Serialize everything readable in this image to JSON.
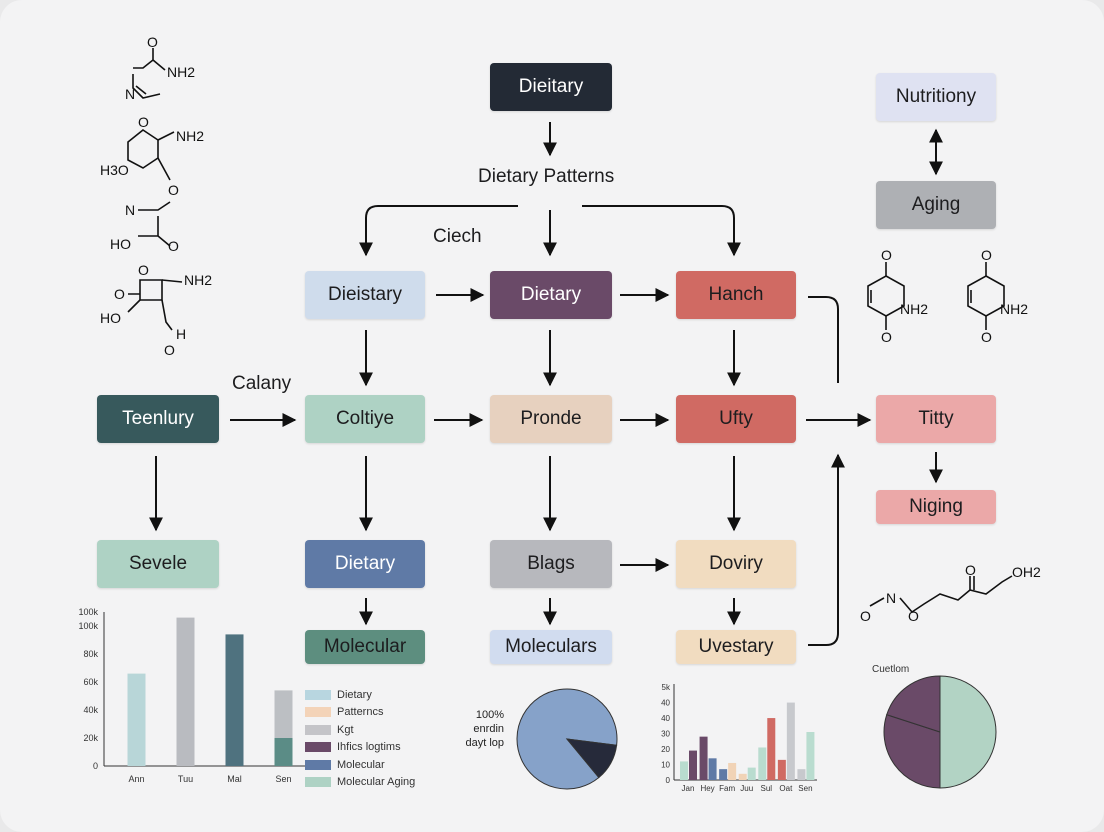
{
  "colors": {
    "navy": "#232a35",
    "dark_teal": "#37595c",
    "light_blue": "#cfdcec",
    "plum": "#6a4a68",
    "red": "#d06a63",
    "mint": "#aed2c4",
    "peach": "#e7d1bf",
    "pink": "#eba8a8",
    "steel": "#5f7aa6",
    "gray": "#b7b8bd",
    "lavender": "#d1dcef",
    "sand": "#f1dcc0",
    "pale_lavender": "#dfe2f2",
    "slate": "#aeb0b4"
  },
  "nodes": {
    "top": "Dieitary",
    "top_sub": "Dietary Patterns",
    "ciech": "Ciech",
    "calany": "Calany",
    "r2_a": "Dieistary",
    "r2_b": "Dietary",
    "r2_c": "Hanch",
    "r3_a": "Teenlury",
    "r3_b": "Coltiye",
    "r3_c": "Pronde",
    "r3_d": "Ufty",
    "r3_e": "Titty",
    "r4_a": "Sevele",
    "r4_b": "Dietary",
    "r4_c": "Blags",
    "r4_d": "Doviry",
    "r5_b": "Molecular",
    "r5_c": "Moleculars",
    "r5_d": "Uvestary",
    "right_top": "Nutritiony",
    "right_aging": "Aging",
    "right_niing": "Niging"
  },
  "chemistry": {
    "m1_o": "O",
    "m1_nh2": "NH2",
    "m1_n": "N",
    "m2_o": "O",
    "m2_nh2": "NH2",
    "m2_h3o": "H3O",
    "m2_o2": "O",
    "m3_n": "N",
    "m3_ho": "HO",
    "m3_o": "O",
    "m4_o": "O",
    "m4_nh2": "NH2",
    "m4_o2": "O",
    "m4_ho": "HO",
    "m4_h": "H",
    "m4_o3": "O",
    "r1_o": "O",
    "r1_nh2": "NH2",
    "r1_o2": "O",
    "r2_o": "O",
    "r2_nh2": "NH2",
    "r2_o2": "O",
    "c_o1": "O",
    "c_n": "N",
    "c_o2": "O",
    "c_o3": "O",
    "c_oh2": "OH2"
  },
  "legend": [
    "Dietary",
    "Patterncs",
    "Kgt",
    "Ihfics logtims",
    "Molecular",
    "Molecular Aging"
  ],
  "pie_left_text": [
    "100%",
    "enrdin",
    "dayt lop"
  ],
  "pie_right_title": "Cuetlom",
  "chart_data": [
    {
      "type": "bar",
      "y_ticks": [
        "0",
        "20k",
        "40k",
        "60k",
        "80k",
        "100k",
        "100k"
      ],
      "ylim": [
        0,
        110
      ],
      "categories": [
        "Ann",
        "Tuu",
        "Mal",
        "Sen"
      ],
      "values": [
        66,
        106,
        94,
        54
      ],
      "overlay_values": [
        null,
        null,
        null,
        20
      ],
      "bar_colors": [
        "#b8d6d8",
        "#b9bbc0",
        "#4f727f",
        "#bcbfc3"
      ],
      "overlay_color": "#5b8c86"
    },
    {
      "type": "pie",
      "values": [
        88,
        12
      ],
      "colors": [
        "#86a2c9",
        "#262a3a"
      ]
    },
    {
      "type": "bar",
      "y_ticks": [
        "0",
        "10",
        "20",
        "30",
        "40",
        "40",
        "5k"
      ],
      "ylim": [
        0,
        62
      ],
      "categories": [
        "Jan",
        "Hey",
        "Fam",
        "Juu",
        "Sul",
        "Oat",
        "Sen"
      ],
      "values": [
        12,
        19,
        28,
        14,
        7,
        11,
        4,
        8,
        21,
        40,
        13,
        50,
        7,
        31
      ],
      "bar_colors": [
        "#b9dccf",
        "#6a4a68",
        "#5f7aa6",
        "#f1d3b6",
        "#b9dccf",
        "#d06a63",
        "#c7c9cd"
      ]
    },
    {
      "type": "pie",
      "values": [
        50,
        30,
        20
      ],
      "colors": [
        "#b2d3c4",
        "#6a4a68",
        "#6a4a68"
      ]
    }
  ]
}
